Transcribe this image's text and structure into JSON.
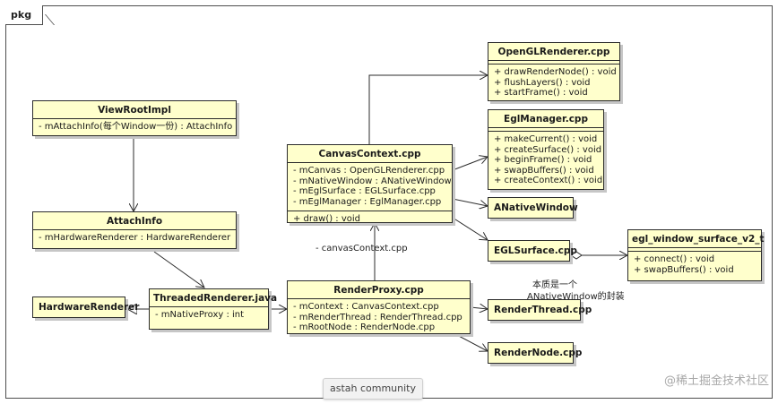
{
  "package_label": "pkg",
  "classes": {
    "view_root_impl": {
      "name": "ViewRootImpl",
      "attributes": [
        "- mAttachInfo(每个Window一份) : AttachInfo"
      ]
    },
    "attach_info": {
      "name": "AttachInfo",
      "attributes": [
        "- mHardwareRenderer : HardwareRenderer"
      ]
    },
    "hardware_renderer": {
      "name": "HardwareRenderer"
    },
    "threaded_renderer": {
      "name": "ThreadedRenderer.java",
      "attributes": [
        "- mNativeProxy : int"
      ]
    },
    "canvas_context": {
      "name": "CanvasContext.cpp",
      "attributes": [
        "- mCanvas : OpenGLRenderer.cpp",
        "- mNativeWindow : ANativeWindow",
        "- mEglSurface : EGLSurface.cpp",
        "- mEglManager : EglManager.cpp"
      ],
      "operations": [
        "+ draw() : void"
      ]
    },
    "render_proxy": {
      "name": "RenderProxy.cpp",
      "attributes": [
        "- mContext : CanvasContext.cpp",
        "- mRenderThread : RenderThread.cpp",
        "- mRootNode : RenderNode.cpp"
      ]
    },
    "opengl_renderer": {
      "name": "OpenGLRenderer.cpp",
      "operations": [
        "+ drawRenderNode() : void",
        "+ flushLayers() : void",
        "+ startFrame() : void"
      ]
    },
    "egl_manager": {
      "name": "EglManager.cpp",
      "operations": [
        "+ makeCurrent() : void",
        "+ createSurface() : void",
        "+ beginFrame() : void",
        "+ swapBuffers() : void",
        "+ createContext() : void"
      ]
    },
    "anative_window": {
      "name": "ANativeWindow"
    },
    "egl_surface": {
      "name": "EGLSurface.cpp"
    },
    "egl_window_surface": {
      "name": "egl_window_surface_v2_t",
      "operations": [
        "+ connect() : void",
        "+ swapBuffers() : void"
      ]
    },
    "render_thread": {
      "name": "RenderThread.cpp"
    },
    "render_node": {
      "name": "RenderNode.cpp"
    }
  },
  "edge_labels": {
    "canvas_context_role": "- canvasContext.cpp",
    "egl_note_line1": "本质是一个",
    "egl_note_line2": "ANativeWindow的封装"
  },
  "footer": {
    "tool_badge": "astah community",
    "watermark": "@稀土掘金技术社区"
  }
}
